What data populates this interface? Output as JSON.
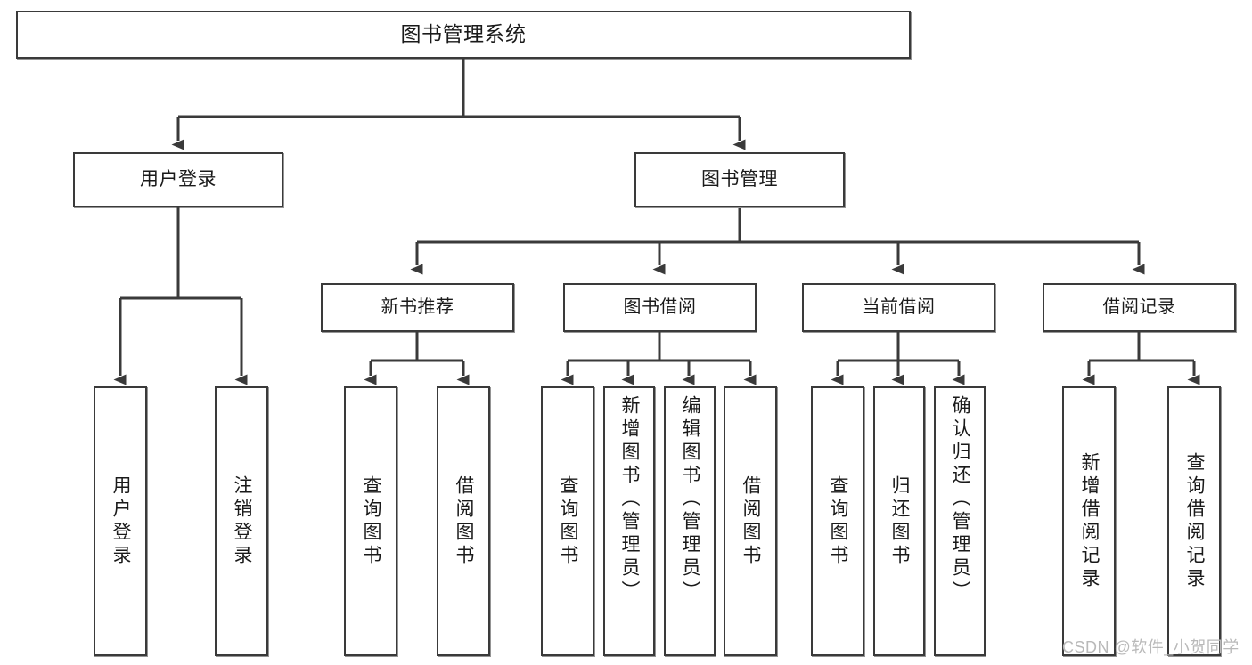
{
  "diagram": {
    "type": "tree-hierarchy-diagram",
    "title": "图书管理系统",
    "watermark": "CSDN @软件_小贺同学",
    "colors": {
      "line": "#3a3a3a",
      "box_fill": "#ffffff",
      "text": "#1a1a1a",
      "background": "#ffffff",
      "watermark": "#b9b9b9"
    },
    "root": {
      "label": "图书管理系统"
    },
    "level2": [
      {
        "id": "user-login",
        "label": "用户登录"
      },
      {
        "id": "book-manage",
        "label": "图书管理"
      }
    ],
    "level3": [
      {
        "id": "new-book-recommend",
        "label": "新书推荐",
        "parent": "book-manage"
      },
      {
        "id": "book-borrow",
        "label": "图书借阅",
        "parent": "book-manage"
      },
      {
        "id": "current-borrow",
        "label": "当前借阅",
        "parent": "book-manage"
      },
      {
        "id": "borrow-record",
        "label": "借阅记录",
        "parent": "book-manage"
      }
    ],
    "leaves": {
      "user_login": [
        {
          "id": "leaf-user-login",
          "label": "用户登录"
        },
        {
          "id": "leaf-logout",
          "label": "注销登录"
        }
      ],
      "new_book_recommend": [
        {
          "id": "leaf-query-book-1",
          "label": "查询图书"
        },
        {
          "id": "leaf-borrow-book-1",
          "label": "借阅图书"
        }
      ],
      "book_borrow": [
        {
          "id": "leaf-query-book-2",
          "label": "查询图书"
        },
        {
          "id": "leaf-add-book",
          "label": "新增图书（管理员）"
        },
        {
          "id": "leaf-edit-book",
          "label": "编辑图书（管理员）"
        },
        {
          "id": "leaf-borrow-book-2",
          "label": "借阅图书"
        }
      ],
      "current_borrow": [
        {
          "id": "leaf-query-book-3",
          "label": "查询图书"
        },
        {
          "id": "leaf-return-book",
          "label": "归还图书"
        },
        {
          "id": "leaf-confirm-return",
          "label": "确认归还（管理员）"
        }
      ],
      "borrow_record": [
        {
          "id": "leaf-add-record",
          "label": "新增借阅记录"
        },
        {
          "id": "leaf-query-record",
          "label": "查询借阅记录"
        }
      ]
    }
  }
}
